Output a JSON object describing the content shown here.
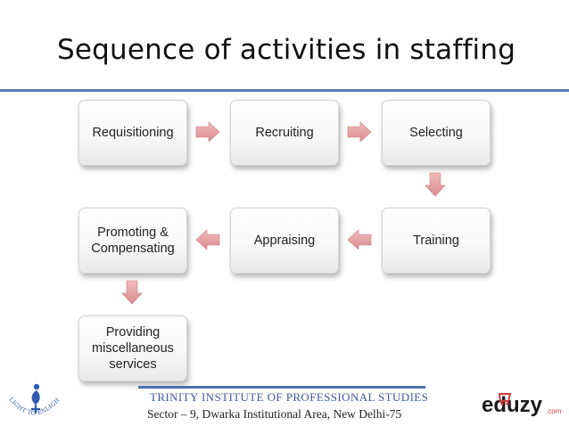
{
  "title": "Sequence of activities in staffing",
  "steps": {
    "requisitioning": "Requisitioning",
    "recruiting": "Recruiting",
    "selecting": "Selecting",
    "training": "Training",
    "appraising": "Appraising",
    "promoting_1": "Promoting &",
    "promoting_2": "Compensating",
    "providing_1": "Providing",
    "providing_2": "miscellaneous",
    "providing_3": "services"
  },
  "footer": {
    "institute": "TRINITY INSTITUTE OF PROFESSIONAL STUDIES",
    "address": "Sector – 9, Dwarka Institutional Area, New Delhi-75"
  },
  "logos": {
    "left_motto": "LIGHT TO ENLIGHTEN",
    "right_brand": "eduzy",
    "right_suffix": ".com"
  },
  "colors": {
    "title_rule": "#5b7bb5",
    "arrow_fill": "#e8a3a6",
    "footer_rule": "#4f6fb0",
    "institute_text": "#3b5aa0"
  }
}
